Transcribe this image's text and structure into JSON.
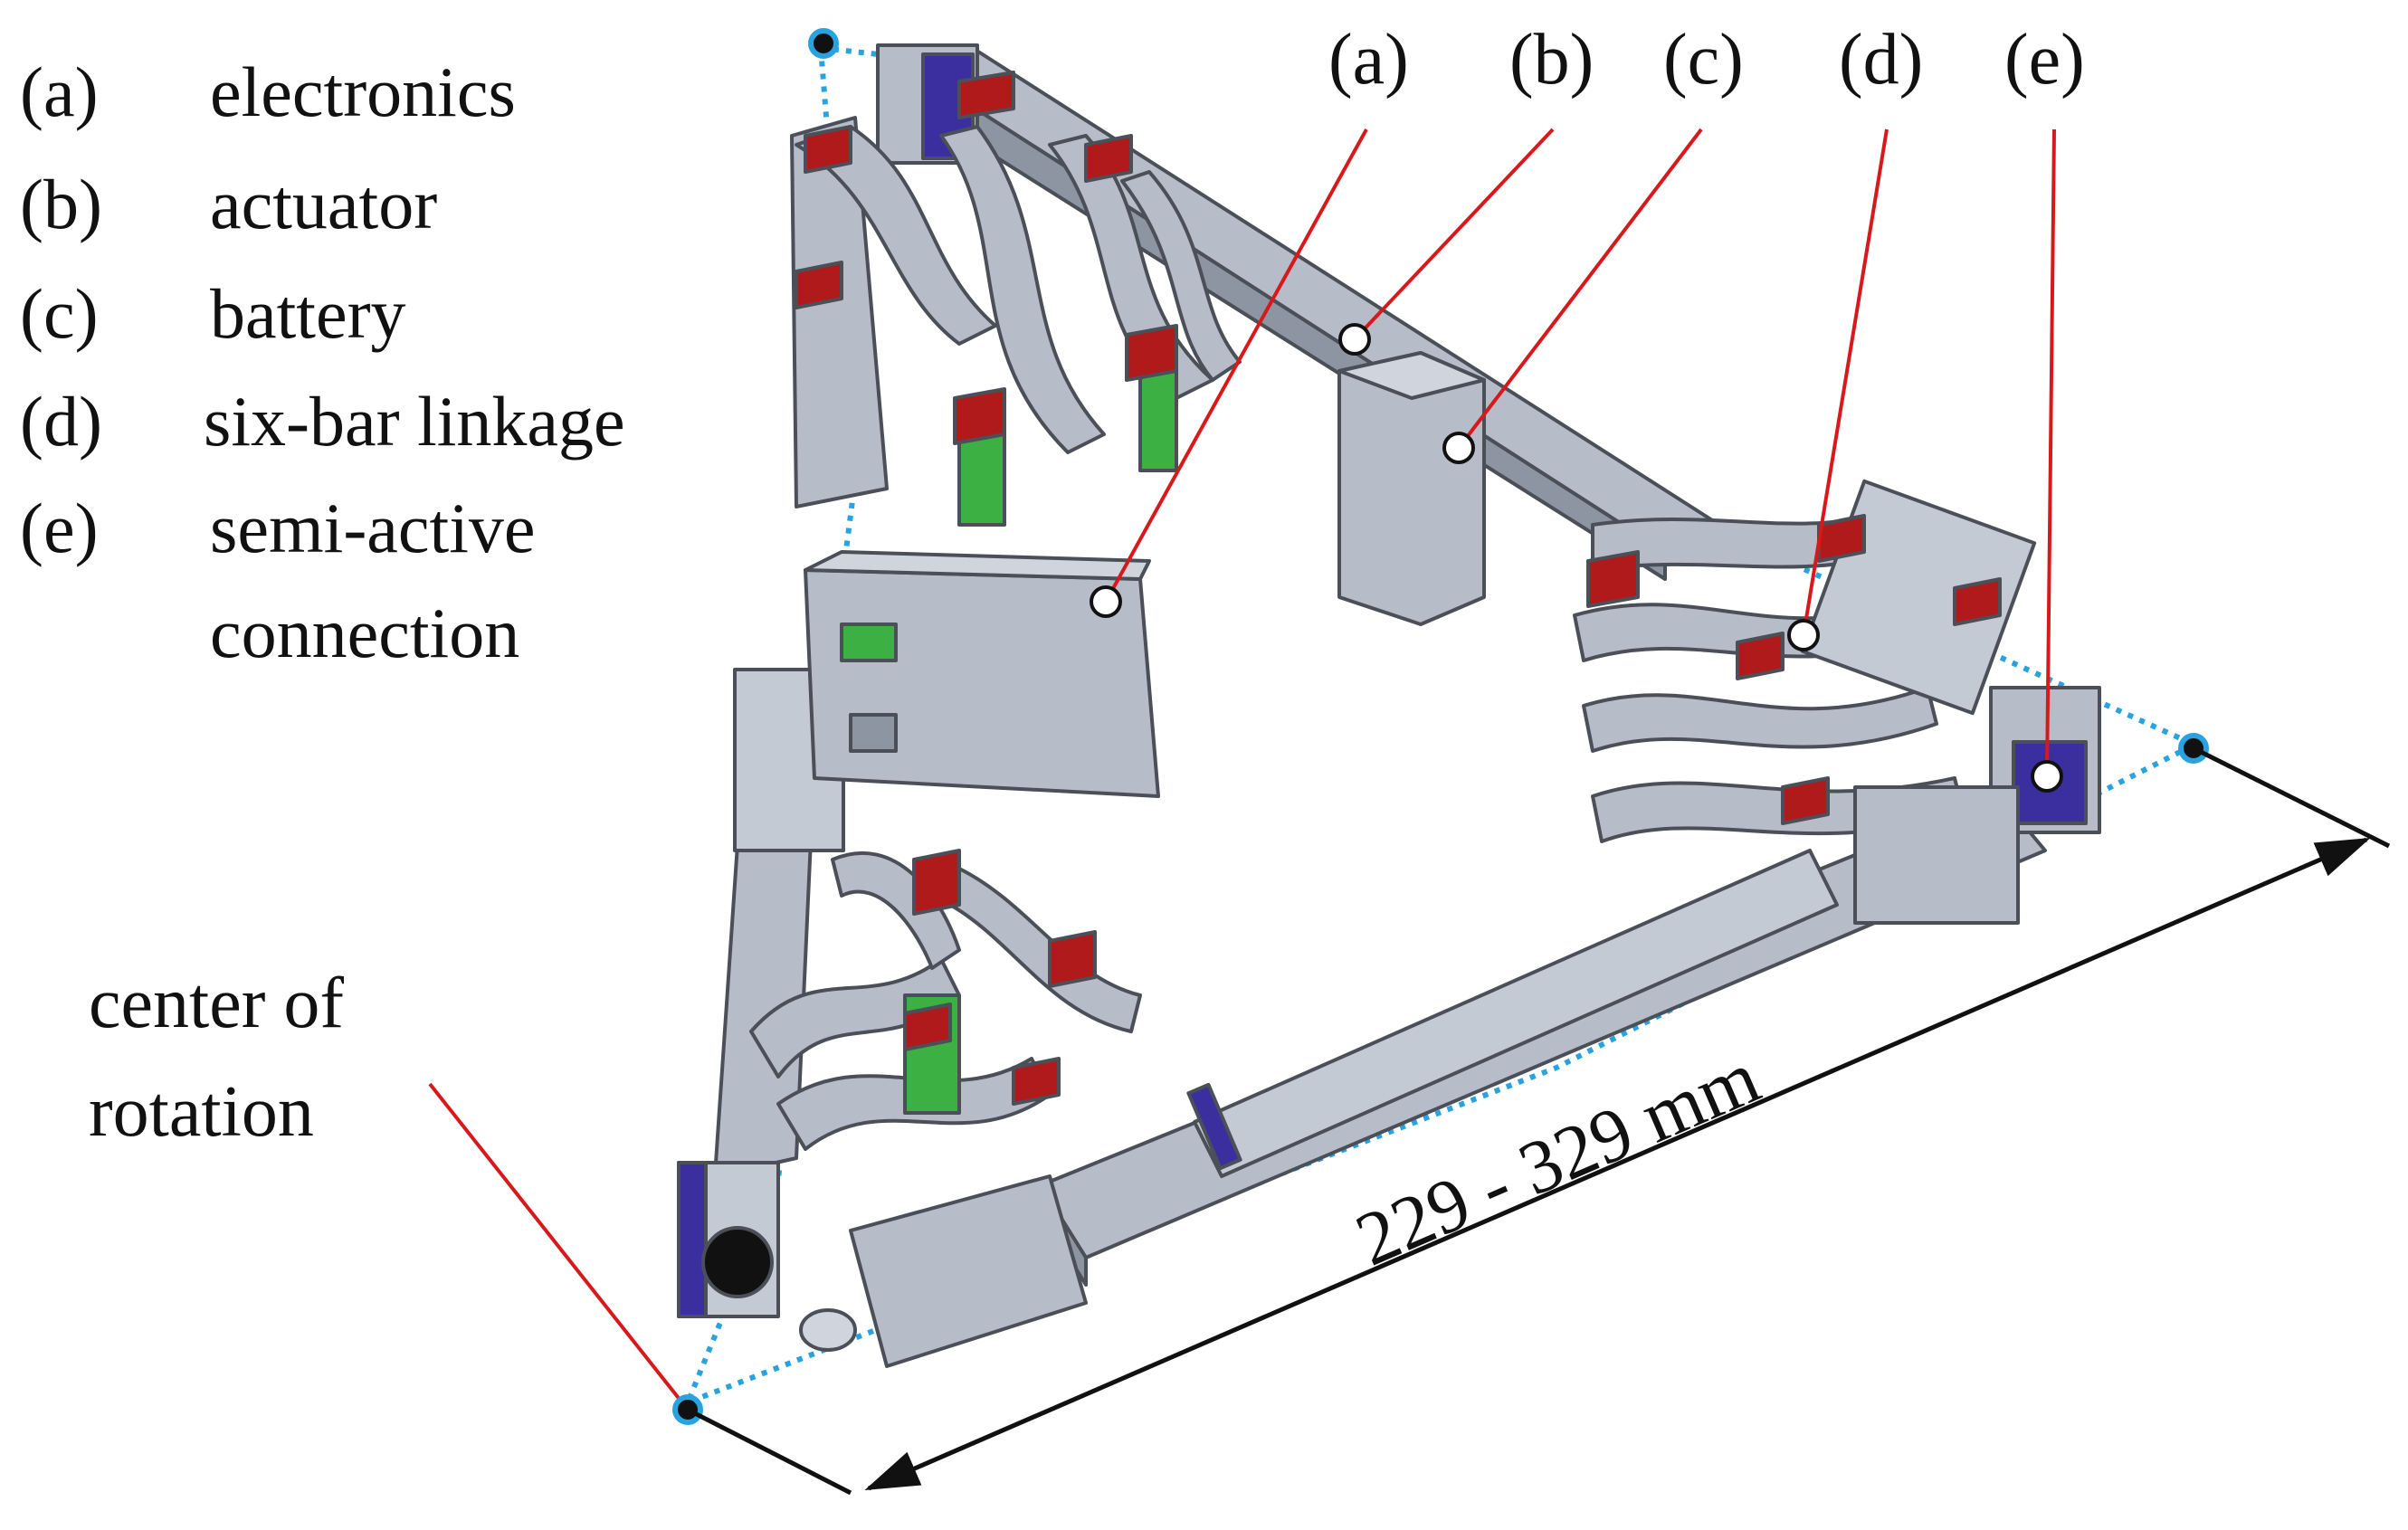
{
  "legend": [
    {
      "key": "(a)",
      "text": "electronics"
    },
    {
      "key": "(b)",
      "text": "actuator"
    },
    {
      "key": "(c)",
      "text": "battery"
    },
    {
      "key": "(d)",
      "text": "six-bar linkage"
    },
    {
      "key": "(e)",
      "text": "semi-active",
      "text2": "connection"
    }
  ],
  "callouts": [
    "(a)",
    "(b)",
    "(c)",
    "(d)",
    "(e)"
  ],
  "center_label": {
    "line1": "center of",
    "line2": "rotation"
  },
  "dimension_label": "229 - 329 mm",
  "colors": {
    "leader": "#d7191c",
    "dotted": "#29a3e0",
    "part": "#b6bdc9",
    "part_dark": "#8d95a3",
    "part_edge": "#4a4f58",
    "red_part": "#b11a1a",
    "green_part": "#3cb043",
    "blue_part": "#3b2fa0",
    "arrow": "#111111"
  }
}
